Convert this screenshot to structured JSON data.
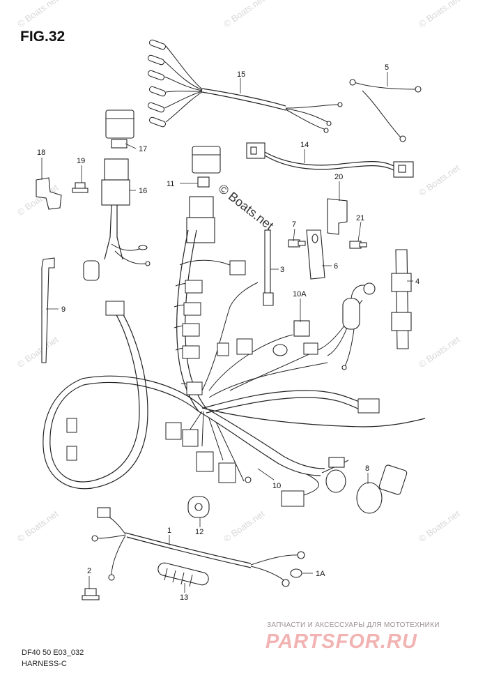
{
  "header": {
    "title": "FIG.32"
  },
  "watermark": {
    "text": "© Boats.net",
    "center_text": "© Boats.net"
  },
  "footer": {
    "code": "DF40 50 E03_032",
    "subtitle": "HARNESS-C"
  },
  "promo": {
    "tagline": "ЗАПЧАСТИ И АКСЕССУАРЫ ДЛЯ МОТОТЕХНИКИ",
    "brand": "PARTSFOR.RU"
  },
  "callouts": [
    {
      "id": "c1",
      "label": "1"
    },
    {
      "id": "c1a",
      "label": "1A"
    },
    {
      "id": "c2",
      "label": "2"
    },
    {
      "id": "c3",
      "label": "3"
    },
    {
      "id": "c4",
      "label": "4"
    },
    {
      "id": "c5",
      "label": "5"
    },
    {
      "id": "c6",
      "label": "6"
    },
    {
      "id": "c7",
      "label": "7"
    },
    {
      "id": "c8",
      "label": "8"
    },
    {
      "id": "c9",
      "label": "9"
    },
    {
      "id": "c10",
      "label": "10"
    },
    {
      "id": "c10a",
      "label": "10A"
    },
    {
      "id": "c11",
      "label": "11"
    },
    {
      "id": "c12",
      "label": "12"
    },
    {
      "id": "c13",
      "label": "13"
    },
    {
      "id": "c14",
      "label": "14"
    },
    {
      "id": "c15",
      "label": "15"
    },
    {
      "id": "c16",
      "label": "16"
    },
    {
      "id": "c17",
      "label": "17"
    },
    {
      "id": "c18",
      "label": "18"
    },
    {
      "id": "c19",
      "label": "19"
    },
    {
      "id": "c20",
      "label": "20"
    },
    {
      "id": "c21",
      "label": "21"
    }
  ]
}
